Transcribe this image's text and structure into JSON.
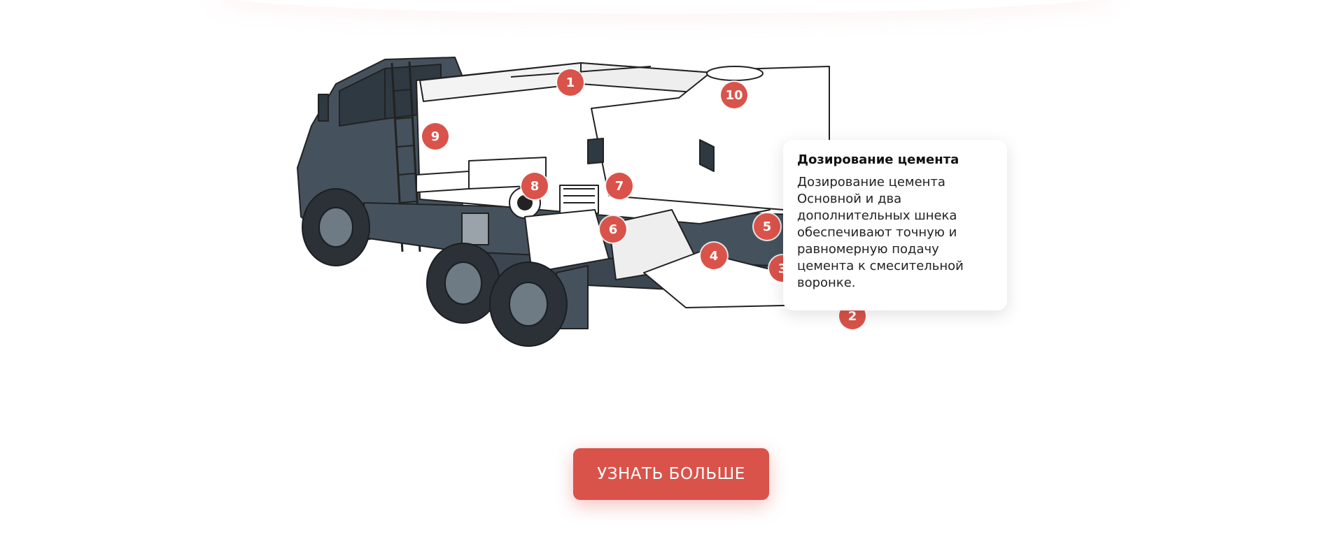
{
  "hotspots": [
    {
      "id": "1",
      "label": "1"
    },
    {
      "id": "2",
      "label": "2"
    },
    {
      "id": "3",
      "label": "3"
    },
    {
      "id": "4",
      "label": "4"
    },
    {
      "id": "5",
      "label": "5"
    },
    {
      "id": "6",
      "label": "6"
    },
    {
      "id": "7",
      "label": "7"
    },
    {
      "id": "8",
      "label": "8"
    },
    {
      "id": "9",
      "label": "9"
    },
    {
      "id": "10",
      "label": "10"
    }
  ],
  "tooltip": {
    "title": "Дозирование цемента",
    "body": "Дозирование цемента Основной и два дополнительных шнека обеспечивают точную и равномерную подачу цемента к смесительной воронке."
  },
  "cta": {
    "label": "УЗНАТЬ БОЛЬШЕ"
  },
  "colors": {
    "accent": "#d9534a",
    "truck_body": "#45525d",
    "outline": "#222222"
  }
}
